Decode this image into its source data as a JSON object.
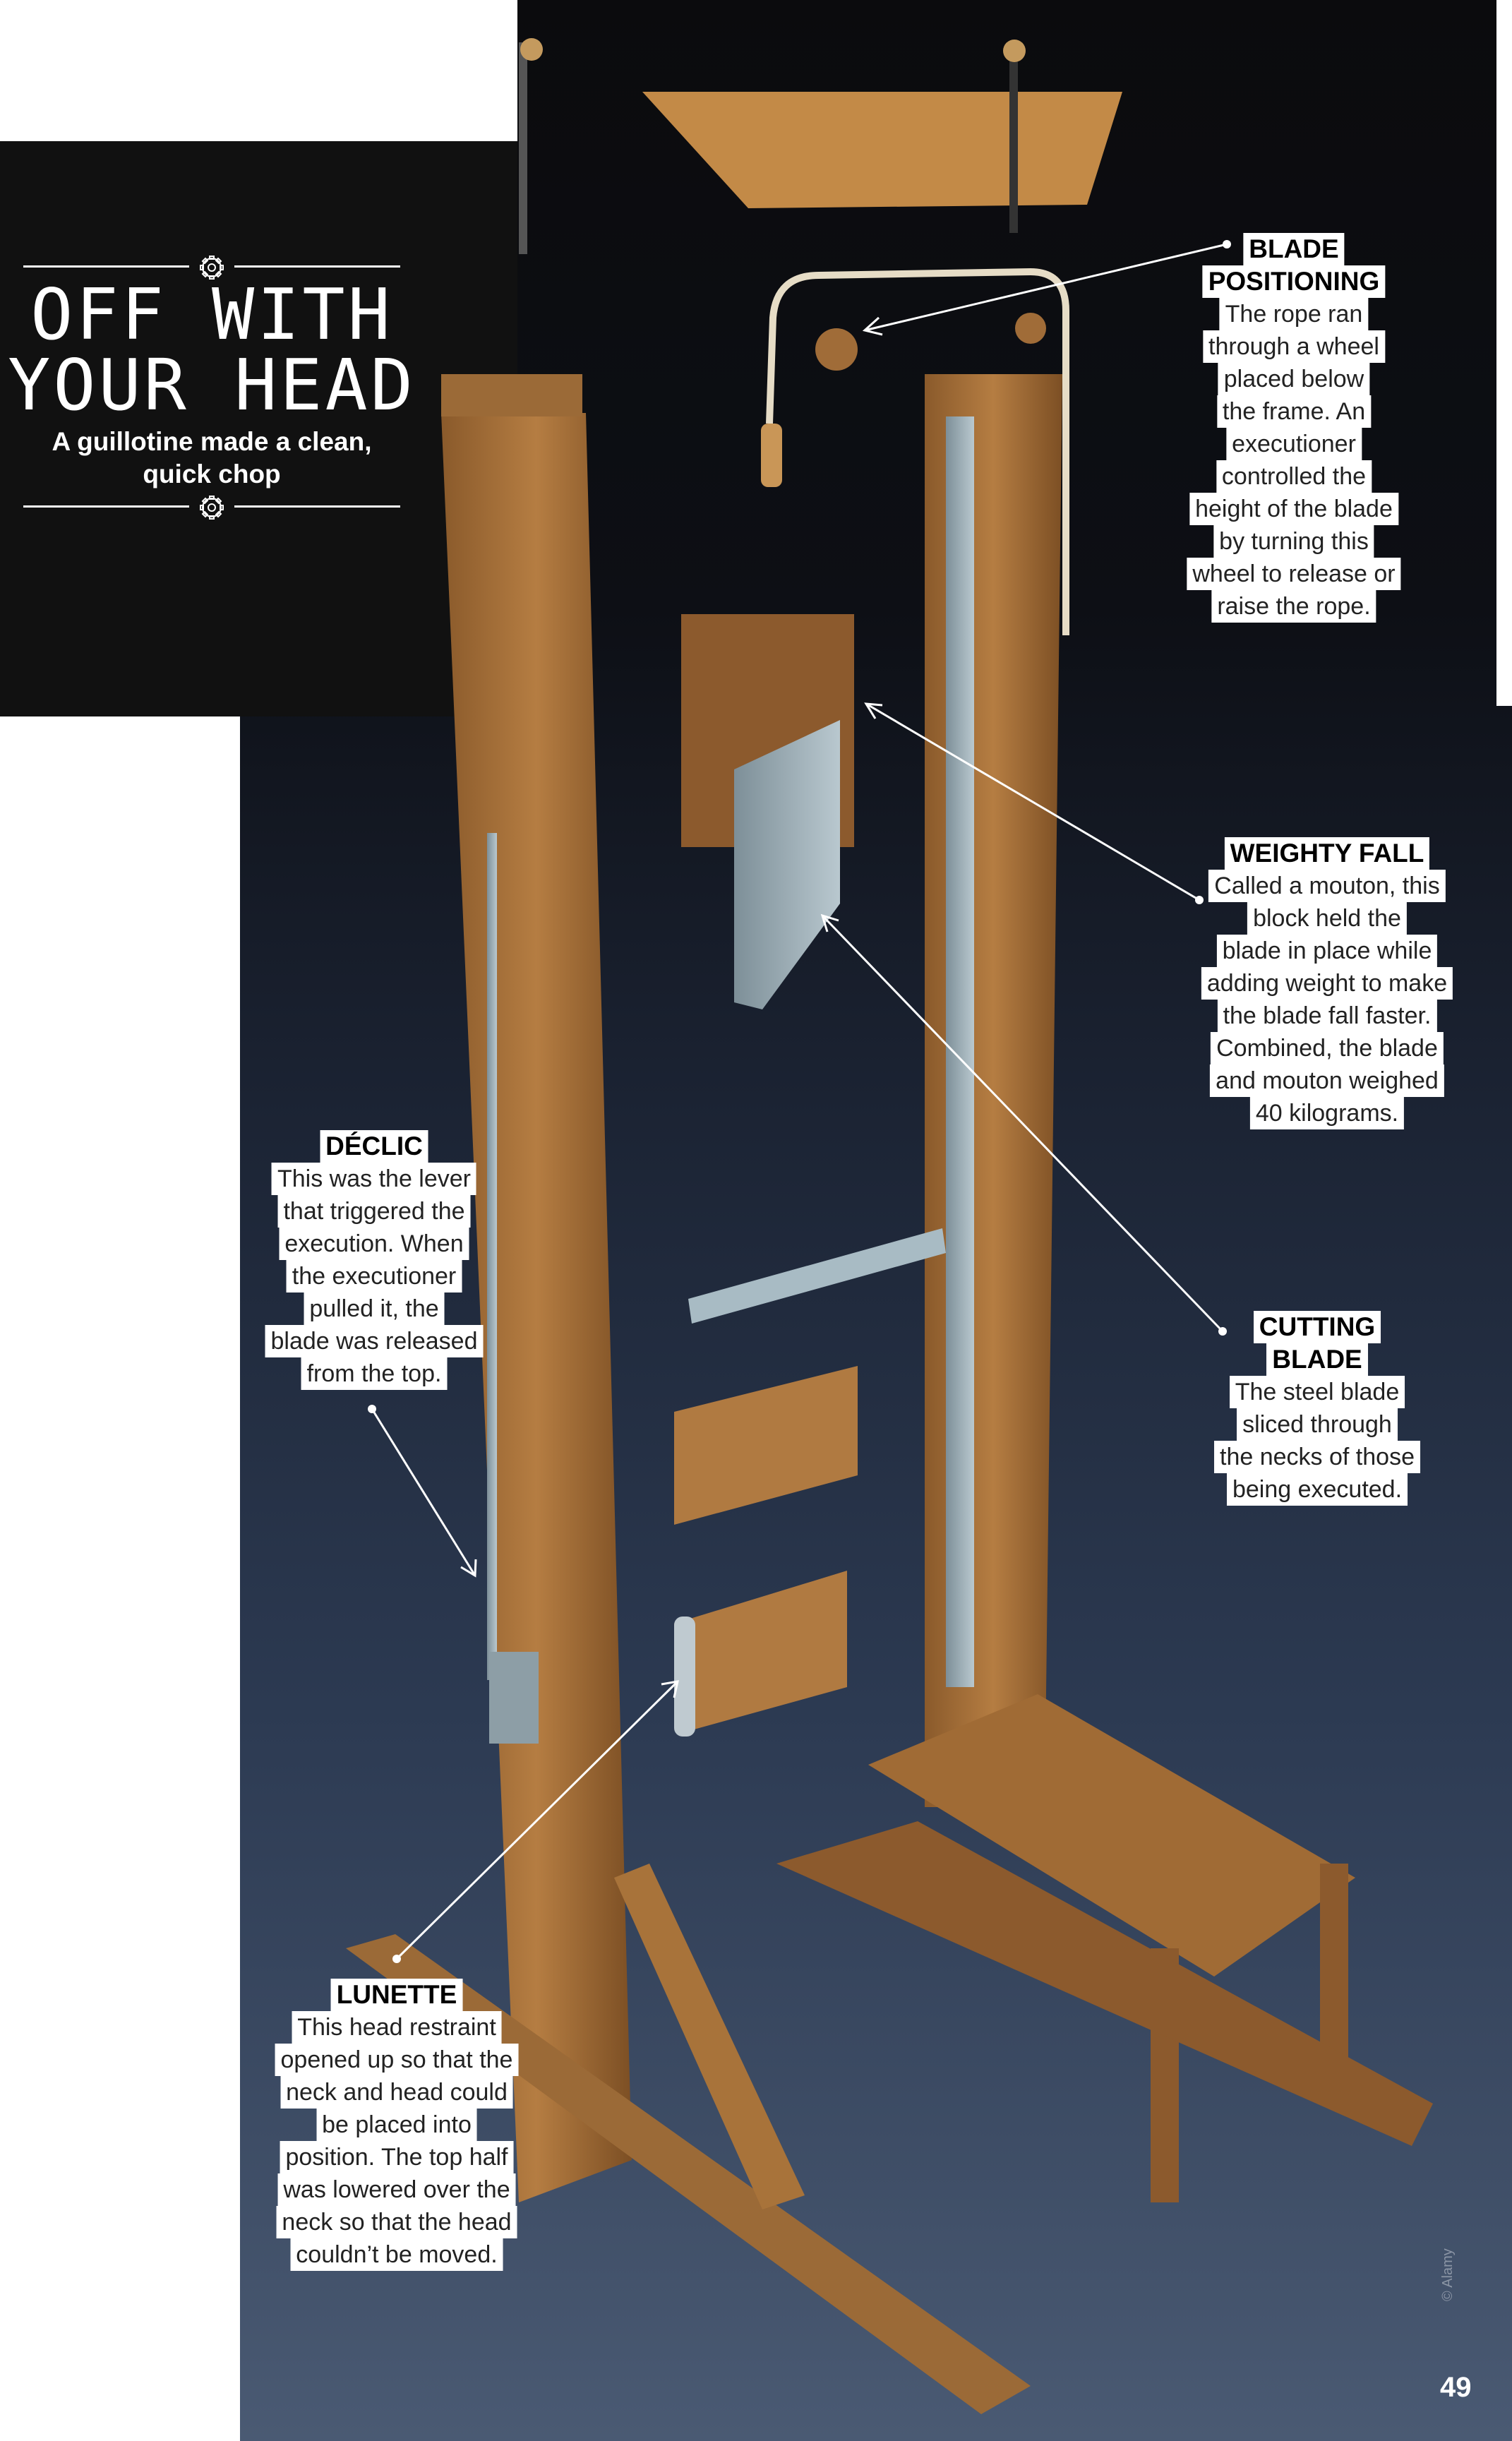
{
  "header": {
    "title_lines": [
      "OFF WITH",
      "YOUR HEAD"
    ],
    "subtitle_lines": [
      "A guillotine made a clean,",
      "quick chop"
    ],
    "ornament_icon": "gear-icon"
  },
  "callouts": {
    "blade_positioning": {
      "heading": [
        "BLADE",
        "POSITIONING"
      ],
      "body": [
        "The rope ran",
        "through a wheel",
        "placed below",
        "the frame. An",
        "executioner",
        "controlled the",
        "height of the blade",
        "by turning this",
        "wheel to release or",
        "raise the rope."
      ]
    },
    "weighty_fall": {
      "heading": [
        "WEIGHTY FALL"
      ],
      "body": [
        "Called a mouton, this",
        "block held the",
        "blade in place while",
        "adding weight to make",
        "the blade fall faster.",
        "Combined, the blade",
        "and mouton weighed",
        "40 kilograms."
      ]
    },
    "cutting_blade": {
      "heading": [
        "CUTTING",
        "BLADE"
      ],
      "body": [
        "The steel blade",
        "sliced through",
        "the necks of those",
        "being executed."
      ]
    },
    "declic": {
      "heading": [
        "DÉCLIC"
      ],
      "body": [
        "This was the lever",
        "that triggered the",
        "execution. When",
        "the executioner",
        "pulled it, the",
        "blade was released",
        "from the top."
      ]
    },
    "lunette": {
      "heading": [
        "LUNETTE"
      ],
      "body": [
        "This head restraint",
        "opened up so that the",
        "neck and head could",
        "be placed into",
        "position. The top half",
        "was lowered over the",
        "neck so that the head",
        "couldn’t be moved."
      ]
    }
  },
  "footer": {
    "credit": "© Alamy",
    "page_number": "49"
  },
  "colors": {
    "wood": "#a8733a",
    "steel": "#9fb2bb",
    "title_bg": "#111111"
  }
}
